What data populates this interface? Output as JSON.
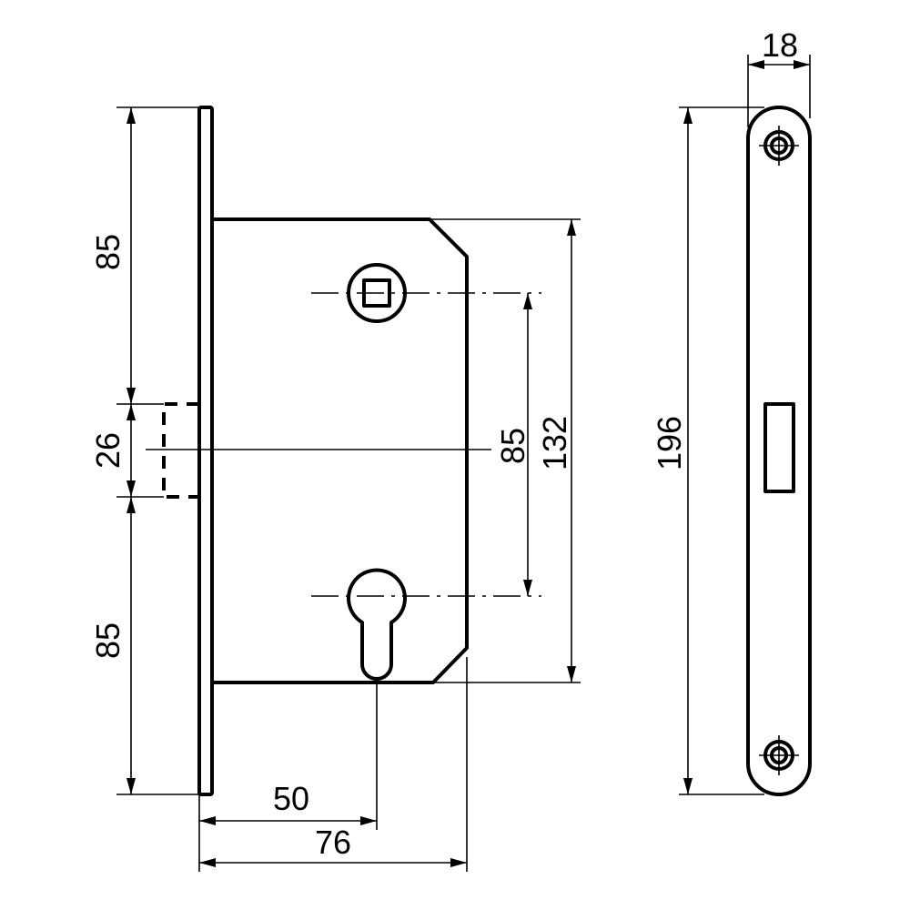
{
  "dimensions": {
    "top_backset": "85",
    "latch_height": "26",
    "bottom_backset": "85",
    "center_distance": "85",
    "case_height": "132",
    "faceplate_height": "196",
    "faceplate_width": "18",
    "backset": "50",
    "case_depth": "76"
  },
  "colors": {
    "line": "#000000",
    "background": "#ffffff"
  },
  "icons": [
    "square-spindle-hole-icon",
    "euro-cylinder-cutout-icon",
    "screw-hole-icon"
  ]
}
